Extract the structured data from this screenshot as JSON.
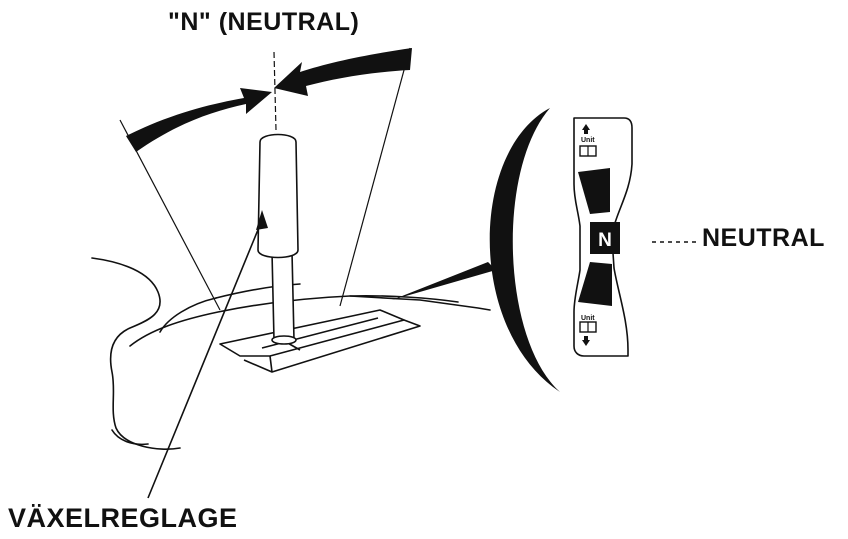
{
  "labels": {
    "neutral_heading": "\"N\" (NEUTRAL)",
    "neutral_callout": "NEUTRAL",
    "lever_name": "VÄXELREGLAGE"
  },
  "gate_indicator": {
    "position_letter": "N",
    "upper_symbol_text": "Unit",
    "lower_symbol_text": "Unit"
  },
  "colors": {
    "ink": "#111111",
    "background": "#ffffff"
  },
  "icons": [
    "arrow-up-icon",
    "arrow-down-icon",
    "motion-arrow-icon"
  ]
}
